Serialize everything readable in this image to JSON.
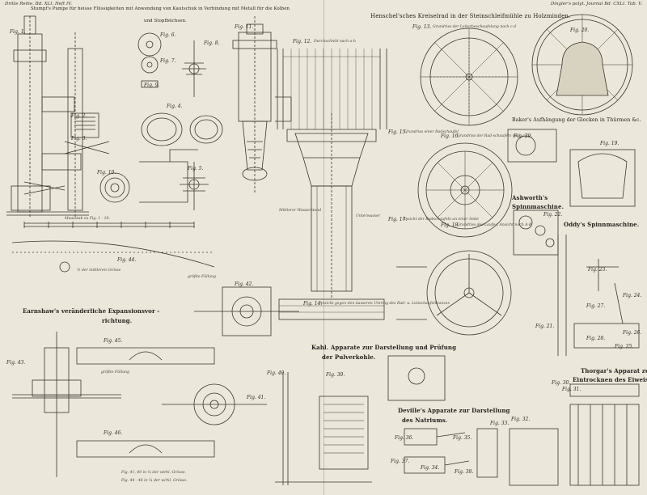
{
  "header": {
    "left": "Dritte Reihe. Bd. XLI. Heft IV.",
    "right": "Dingler's polyt. Journal Bd. CXLI. Tab. V."
  },
  "titles": {
    "stumpf": "Stumpf's Pumpe für heisse Flüssigkeiten mit Anwendung von Kautschuk in Verbindung mit Metall für die Kolben",
    "stumpf_2": "und Stopfbüchsen.",
    "henschel": "Henschel'sches Kreiselrad in der Steinschleifmühle zu Holzminden.",
    "baker": "Baker's Aufhängung der Glocken in Thürmen &c.",
    "ashworth": "Ashworth's",
    "ashworth_2": "Spinnmaschine.",
    "oddy": "Oddy's Spinnmaschine.",
    "earnshaw": "Earnshaw's veränderliche Expansionsvor -",
    "earnshaw_2": "richtung.",
    "kahl": "Kahl. Apparate zur Darstellung und Prüfung",
    "kahl_2": "der Pulverkohle.",
    "deville": "Deville's Apparate zur Darstellung",
    "deville_2": "des Natriums.",
    "thorgar": "Thorgar's Apparat zum",
    "thorgar_2": "Eintrocknen des Eiweisses."
  },
  "figures": {
    "f1": "Fig. 1.",
    "f2": "Fig. 2.",
    "f3": "Fig. 3.",
    "f4": "Fig. 4.",
    "f5": "Fig. 5.",
    "f6": "Fig. 6.",
    "f7": "Fig. 7.",
    "f8": "Fig. 8.",
    "f9": "Fig. 9.",
    "f10": "Fig. 10.",
    "f11": "Fig. 11.",
    "f12": "Fig. 12.",
    "f13": "Fig. 13.",
    "f14": "Fig. 14.",
    "f15": "Fig. 15.",
    "f16": "Fig. 16.",
    "f17": "Fig. 17.",
    "f18": "Fig. 18.",
    "f19": "Fig. 19.",
    "f20": "Fig. 20.",
    "f21": "Fig. 21.",
    "f22": "Fig. 22.",
    "f23": "Fig. 23.",
    "f24": "Fig. 24.",
    "f25": "Fig. 25.",
    "f26": "Fig. 26.",
    "f27": "Fig. 27.",
    "f28": "Fig. 28.",
    "f29": "Fig. 29.",
    "f30": "Fig. 30.",
    "f31": "Fig. 31.",
    "f32": "Fig. 32.",
    "f33": "Fig. 33.",
    "f34": "Fig. 34.",
    "f35": "Fig. 35.",
    "f36": "Fig. 36.",
    "f37": "Fig. 37.",
    "f38": "Fig. 38.",
    "f39": "Fig. 39.",
    "f40": "Fig. 40.",
    "f41": "Fig. 41.",
    "f42": "Fig. 42.",
    "f43": "Fig. 43.",
    "f44": "Fig. 44.",
    "f45": "Fig. 45.",
    "f46": "Fig. 46."
  },
  "notes": {
    "massstab": "Maasstab zu Fig. 1 - 10.",
    "fuellung_min": "½ der mittleren Grösse",
    "fuellung_max": "größte Füllung",
    "fuellung_groesste": "größte Füllung",
    "fig41_caption": "Fig. 41, 40 in ¼ der wirkl. Grösse.",
    "fig41_caption_2": "Fig. 44 - 46 in ¼ der wirkl. Grösse.",
    "fig12_note": "Durchschnitt nach a-b",
    "fig13_note": "Grundriss der Leiterbeschaufelung nach c-d",
    "fig14_note": "Ansicht gegen den äusseren Umring des Rad- u. Leitschaufelkranzes",
    "fig15_note": "Grundriss einer Radschaufel",
    "fig16_note": "Grundriss der Rad-schaufeln nach c-f",
    "fig17_note": "Ansicht der Radschaufeln an einer Seite",
    "fig18_note": "Grundriss des Laufes, Ansicht nach A-B",
    "mittlerer_wasserstand": "Mittlerer Wasserstand",
    "unterwasser": "Unterwasser"
  }
}
